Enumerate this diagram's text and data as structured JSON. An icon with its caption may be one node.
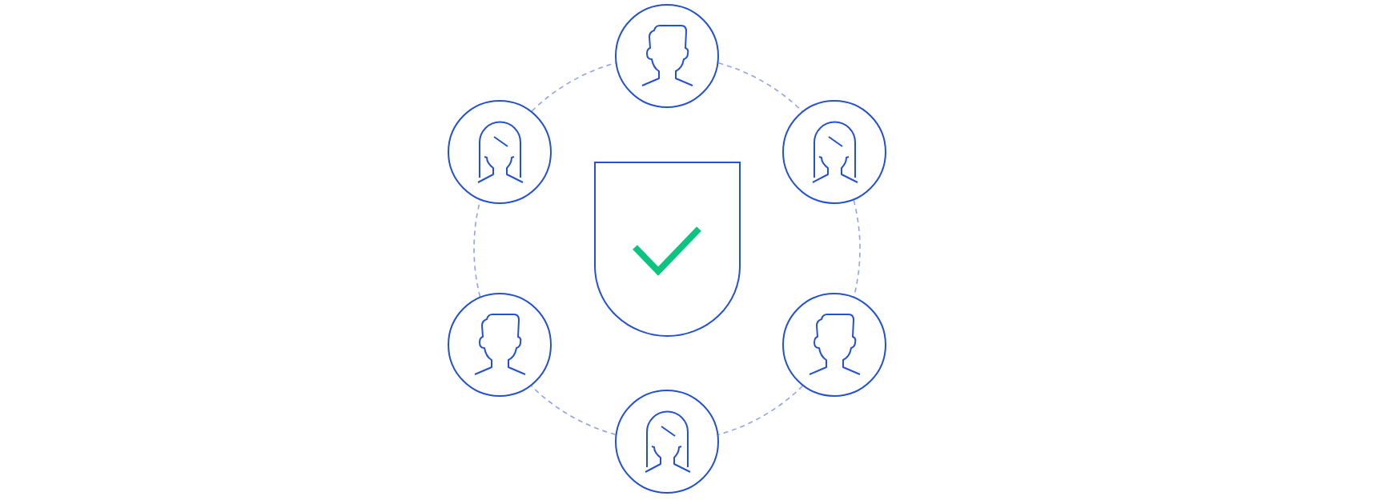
{
  "diagram": {
    "nodes": [
      {
        "text": [],
        "shape": "person"
      },
      {
        "text": [],
        "shape": "person"
      },
      {
        "text": [],
        "shape": "person"
      },
      {
        "text": [],
        "shape": "shield"
      },
      {
        "text": [],
        "shape": "person"
      },
      {
        "text": [],
        "shape": "person"
      },
      {
        "text": [],
        "shape": "person"
      }
    ],
    "edges": [
      {
        "from": 0,
        "to": 2,
        "arrow": "none",
        "style": "dashed"
      },
      {
        "from": 2,
        "to": 5,
        "arrow": "none",
        "style": "dashed"
      },
      {
        "from": 5,
        "to": 6,
        "arrow": "none",
        "style": "dashed"
      },
      {
        "from": 6,
        "to": 4,
        "arrow": "none",
        "style": "dashed"
      },
      {
        "from": 4,
        "to": 1,
        "arrow": "none",
        "style": "dashed"
      },
      {
        "from": 1,
        "to": 0,
        "arrow": "none",
        "style": "dashed"
      }
    ]
  }
}
